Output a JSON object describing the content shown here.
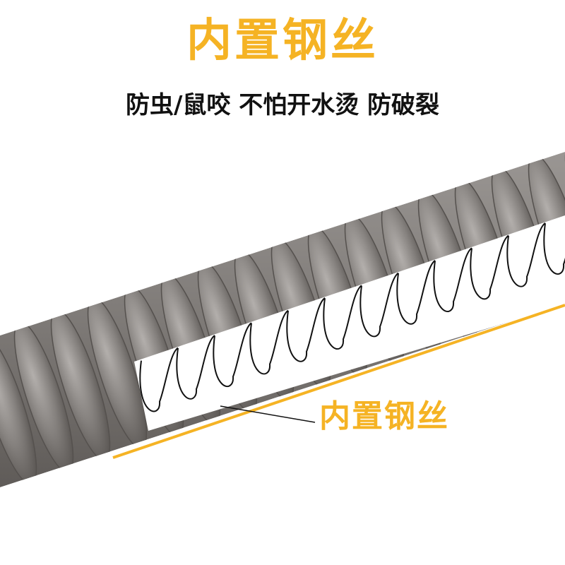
{
  "headline": "内置钢丝",
  "subline": "防虫/鼠咬 不怕开水烫 防破裂",
  "callout_label": "内置钢丝",
  "colors": {
    "accent": "#f5b324",
    "text_dark": "#111111",
    "hose": "#7e7a77",
    "hose_dark": "#55514e",
    "hose_light": "#a9a5a2",
    "wire": "#111111"
  }
}
